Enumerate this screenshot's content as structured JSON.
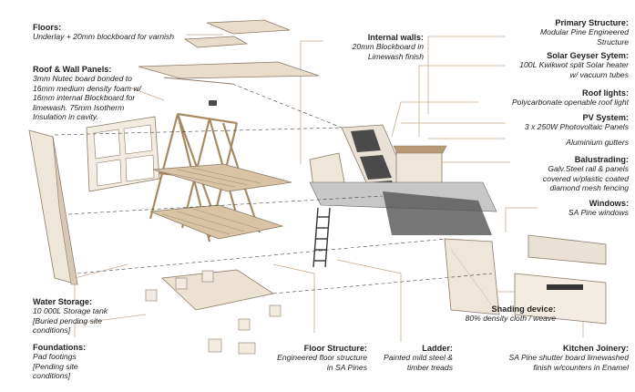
{
  "labels": {
    "floors": {
      "title": "Floors:",
      "desc": "Underlay + 20mm blockboard for varnish"
    },
    "roof_wall": {
      "title": "Roof & Wall Panels:",
      "desc": [
        "3mm Nutec board bonded to",
        "16mm medium density foam w/",
        "16mm internal Blockboard for",
        "limewash. 75mm Isotherm",
        "Insulation in cavity."
      ]
    },
    "water": {
      "title": "Water Storage:",
      "desc": [
        "10 000L Storage tank",
        "[Buried pending site",
        "conditions]"
      ]
    },
    "foundations": {
      "title": "Foundations:",
      "desc": [
        "Pad footings",
        "[Pending site",
        "conditions]"
      ]
    },
    "internal_walls": {
      "title": "Internal walls:",
      "desc": [
        "20mm Blockboard in",
        "Limewash finish"
      ]
    },
    "primary": {
      "title": "Primary Structure:",
      "desc": [
        "Modular Pine Engineered",
        "Structure"
      ]
    },
    "solar": {
      "title": "Solar Geyser Sytem:",
      "desc": [
        "100L Kwikwot split Solar heater",
        "w/ vacuum tubes"
      ]
    },
    "roof_lights": {
      "title": "Roof lights:",
      "desc": [
        "Polycarbonate openable roof light"
      ]
    },
    "pv": {
      "title": "PV System:",
      "desc": [
        "3 x 250W Photovoltaic Panels"
      ]
    },
    "gutters": {
      "title": "",
      "desc": [
        "Aluminium gutters"
      ]
    },
    "balustrading": {
      "title": "Balustrading:",
      "desc": [
        "Galv.Steel rail & panels",
        "covered w/plastic coated",
        "diamond mesh fencing"
      ]
    },
    "windows": {
      "title": "Windows:",
      "desc": [
        "SA Pine windows"
      ]
    },
    "shading": {
      "title": "Shading device:",
      "desc": [
        "80% density cloth / weave"
      ]
    },
    "floor_structure": {
      "title": "Floor Structure:",
      "desc": [
        "Engineered floor structure",
        "in SA Pines"
      ]
    },
    "ladder": {
      "title": "Ladder:",
      "desc": [
        "Painted mild steel &",
        "timber treads"
      ]
    },
    "kitchen": {
      "title": "Kitchen Joinery:",
      "desc": [
        "SA Pine shutter board limewashed",
        "finish w/counters in Enamel"
      ]
    }
  },
  "colors": {
    "leader": "#c9a98a",
    "panel": "#efe6da",
    "panel_edge": "#8c7a66",
    "timber": "#b79a74",
    "ink": "#222222"
  }
}
